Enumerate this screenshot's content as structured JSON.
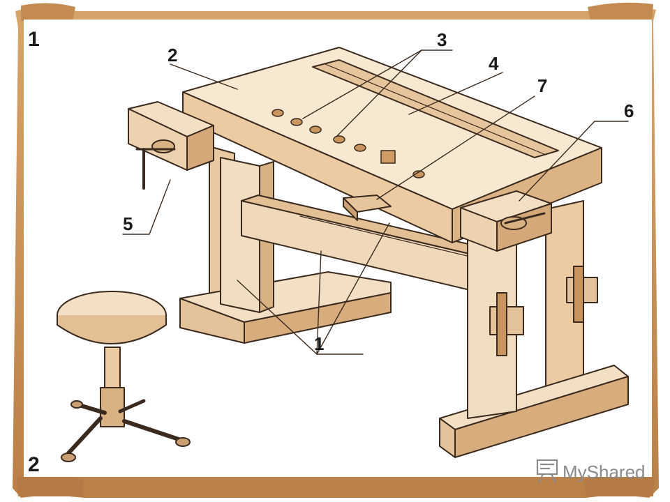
{
  "figure": {
    "figure_numbers": [
      "1",
      "2"
    ],
    "callouts": [
      "1",
      "2",
      "3",
      "4",
      "5",
      "6",
      "7"
    ]
  },
  "watermark": {
    "text": "MyShared",
    "icon": "presentation-board-icon"
  },
  "colors": {
    "parchment": "#c8955c",
    "parchment_dark": "#a06a35",
    "wood_light": "#f6e6cf",
    "wood_mid": "#e6c49c",
    "wood_dark": "#c08a58",
    "outline": "#3a2a1e"
  }
}
